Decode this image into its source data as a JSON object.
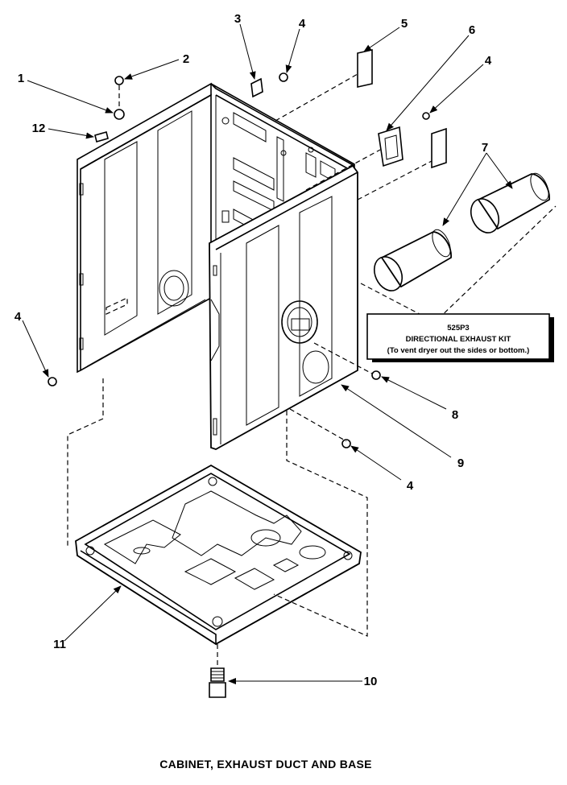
{
  "title": "CABINET, EXHAUST DUCT AND BASE",
  "kit_box": {
    "part_number": "525P3",
    "name": "DIRECTIONAL EXHAUST KIT",
    "note": "(To vent dryer out the sides or bottom.)"
  },
  "callouts": [
    {
      "id": "c1",
      "label": "1"
    },
    {
      "id": "c2",
      "label": "2"
    },
    {
      "id": "c3",
      "label": "3"
    },
    {
      "id": "c4a",
      "label": "4"
    },
    {
      "id": "c5",
      "label": "5"
    },
    {
      "id": "c6",
      "label": "6"
    },
    {
      "id": "c4b",
      "label": "4"
    },
    {
      "id": "c7",
      "label": "7"
    },
    {
      "id": "c12",
      "label": "12"
    },
    {
      "id": "c4c",
      "label": "4"
    },
    {
      "id": "c8",
      "label": "8"
    },
    {
      "id": "c9",
      "label": "9"
    },
    {
      "id": "c4d",
      "label": "4"
    },
    {
      "id": "c11",
      "label": "11"
    },
    {
      "id": "c10",
      "label": "10"
    }
  ]
}
